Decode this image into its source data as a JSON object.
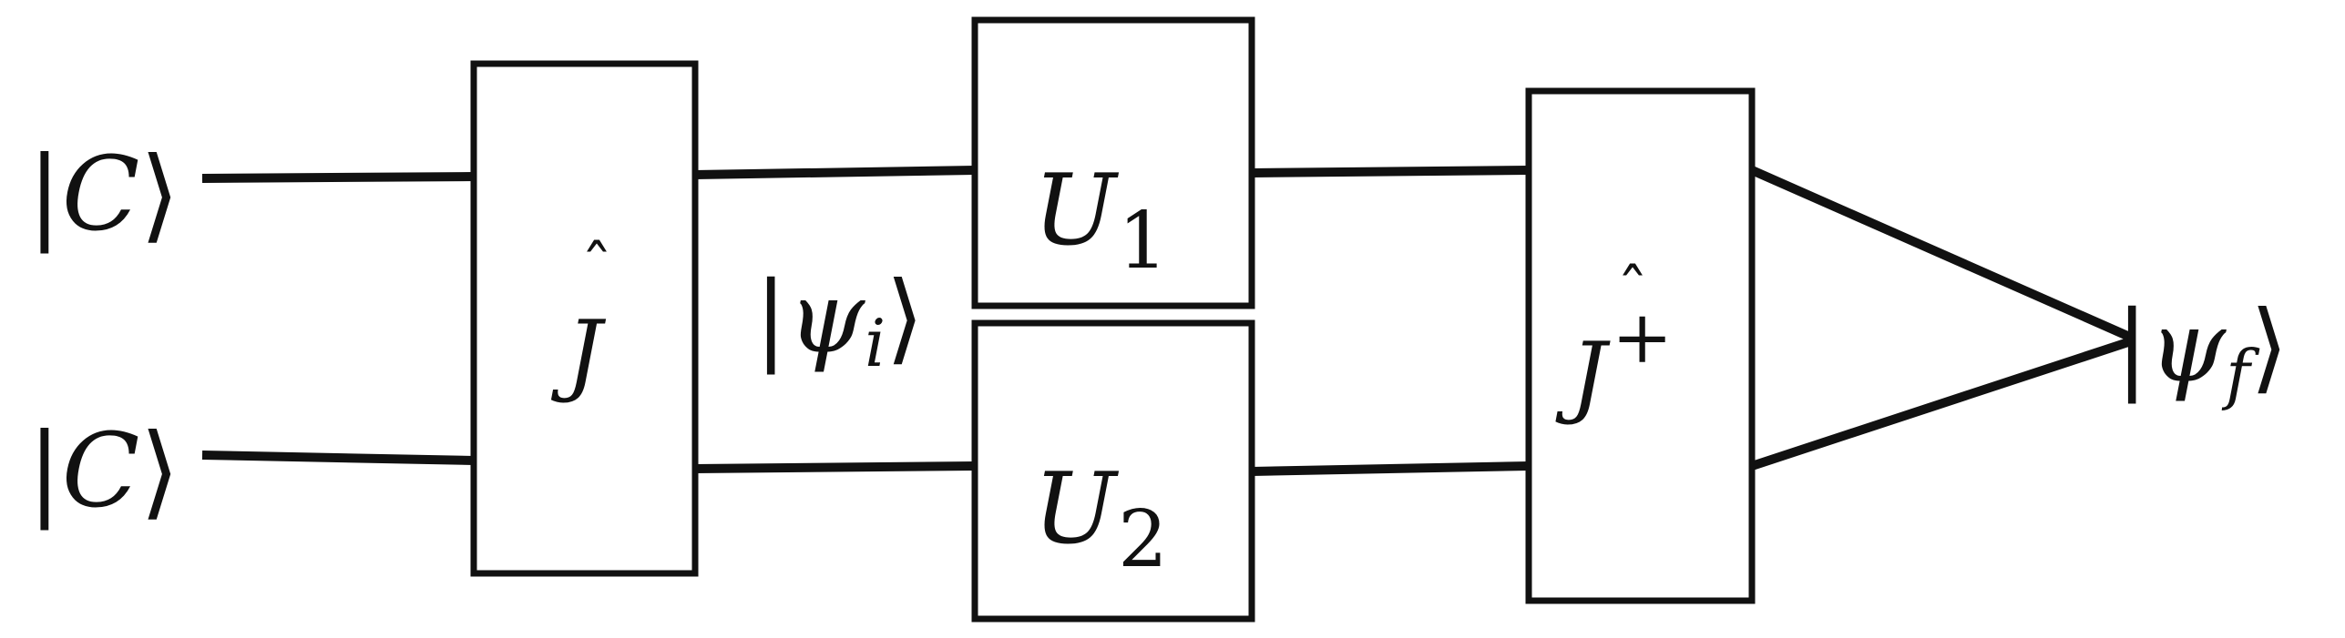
{
  "diagram": {
    "inputs": [
      {
        "state": "C"
      },
      {
        "state": "C"
      }
    ],
    "gates": {
      "j": {
        "symbol": "J"
      },
      "u1": {
        "symbol": "U",
        "index": "1"
      },
      "u2": {
        "symbol": "U",
        "index": "2"
      },
      "j_dagger": {
        "symbol": "J",
        "superscript": "+"
      }
    },
    "intermediate_state": {
      "symbol": "ψ",
      "index": "i"
    },
    "output_state": {
      "symbol": "ψ",
      "index": "f"
    }
  }
}
